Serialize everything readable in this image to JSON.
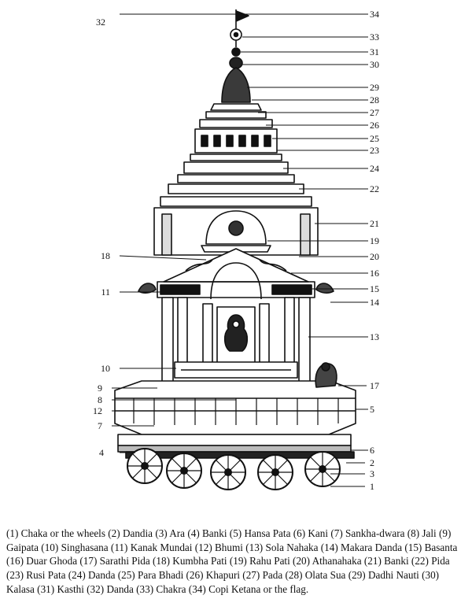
{
  "figure": {
    "callouts": [
      {
        "id": "1",
        "label": "Chaka or the wheels"
      },
      {
        "id": "2",
        "label": "Dandia"
      },
      {
        "id": "3",
        "label": "Ara"
      },
      {
        "id": "4",
        "label": "Banki"
      },
      {
        "id": "5",
        "label": "Hansa Pata"
      },
      {
        "id": "6",
        "label": "Kani"
      },
      {
        "id": "7",
        "label": "Sankha-dwara"
      },
      {
        "id": "8",
        "label": "Jali"
      },
      {
        "id": "9",
        "label": "Gaipata"
      },
      {
        "id": "10",
        "label": "Singhasana"
      },
      {
        "id": "11",
        "label": "Kanak Mundai"
      },
      {
        "id": "12",
        "label": "Bhumi"
      },
      {
        "id": "13",
        "label": "Sola Nahaka"
      },
      {
        "id": "14",
        "label": "Makara Danda"
      },
      {
        "id": "15",
        "label": "Basanta"
      },
      {
        "id": "16",
        "label": "Duar Ghoda"
      },
      {
        "id": "17",
        "label": "Sarathi Pida"
      },
      {
        "id": "18",
        "label": "Kumbha Pati"
      },
      {
        "id": "19",
        "label": "Rahu Pati"
      },
      {
        "id": "20",
        "label": "Athanahaka"
      },
      {
        "id": "21",
        "label": "Banki"
      },
      {
        "id": "22",
        "label": "Pida"
      },
      {
        "id": "23",
        "label": "Rusi Pata"
      },
      {
        "id": "24",
        "label": "Danda"
      },
      {
        "id": "25",
        "label": "Para Bhadi"
      },
      {
        "id": "26",
        "label": "Khapuri"
      },
      {
        "id": "27",
        "label": "Pada"
      },
      {
        "id": "28",
        "label": "Olata Sua"
      },
      {
        "id": "29",
        "label": "Dadhi Nauti"
      },
      {
        "id": "30",
        "label": "Kalasa"
      },
      {
        "id": "31",
        "label": "Kasthi"
      },
      {
        "id": "32",
        "label": "Danda"
      },
      {
        "id": "33",
        "label": "Chakra"
      },
      {
        "id": "34",
        "label": "Copi Ketana or the flag."
      }
    ]
  },
  "caption": {
    "text": "(1) Chaka or the wheels (2) Dandia (3) Ara (4) Banki (5) Hansa Pata (6) Kani (7) Sankha-dwara (8) Jali (9) Gaipata (10) Singhasana (11) Kanak Mundai (12) Bhumi (13) Sola Nahaka (14) Makara Danda (15) Basanta (16) Duar Ghoda (17) Sarathi Pida (18) Kumbha Pati (19) Rahu Pati (20) Athanahaka (21) Banki (22) Pida (23) Rusi Pata (24) Danda (25) Para Bhadi (26) Khapuri (27) Pada (28) Olata Sua (29) Dadhi Nauti (30) Kalasa (31) Kasthi (32) Danda (33) Chakra (34) Copi Ketana or the flag."
  }
}
